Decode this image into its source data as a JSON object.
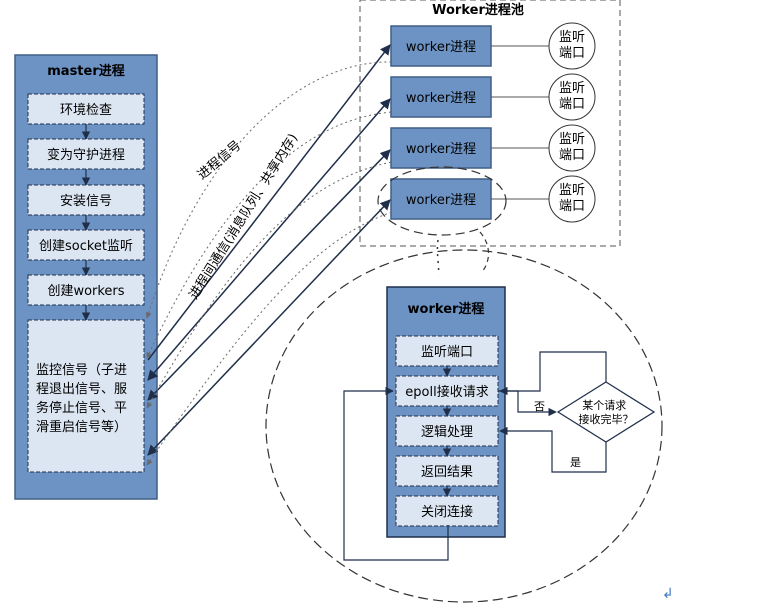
{
  "pool": {
    "title": "Worker进程池"
  },
  "master": {
    "title": "master进程",
    "steps": [
      "环境检查",
      "变为守护进程",
      "安装信号",
      "创建socket监听",
      "创建workers"
    ],
    "monitor_lines": [
      "监控信号（子进",
      "程退出信号、服",
      "务停止信号、平",
      "滑重启信号等）"
    ]
  },
  "workers": {
    "label": "worker进程",
    "port_lines": [
      "监听",
      "端口"
    ],
    "count": 4
  },
  "links": {
    "signal": "进程信号",
    "ipc": "进程间通信(消息队列、共享内存)"
  },
  "detail": {
    "title": "worker进程",
    "steps": [
      "监听端口",
      "epoll接收请求",
      "逻辑处理",
      "返回结果",
      "关闭连接"
    ],
    "decision_lines": [
      "某个请求",
      "接收完毕？"
    ],
    "no_label": "否",
    "yes_label": "是"
  },
  "colors": {
    "box_fill": "#6d93c4",
    "box_stroke": "#3f5f86",
    "step_fill": "#dce6f2",
    "line": "#1f2f4a"
  },
  "icons": {
    "return_mark": "paragraph-return-icon"
  }
}
